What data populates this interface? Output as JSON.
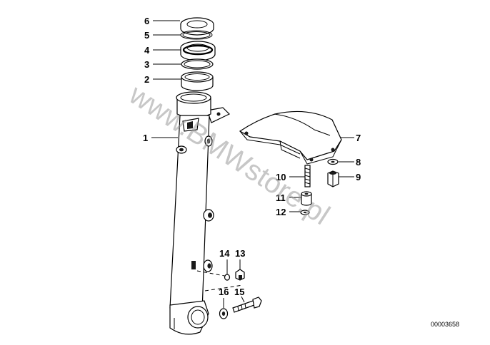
{
  "diagram": {
    "reference_number": "00003658",
    "watermark": "www.BMWstore.pl",
    "callouts": [
      {
        "id": "c1",
        "text": "1"
      },
      {
        "id": "c2",
        "text": "2"
      },
      {
        "id": "c3",
        "text": "3"
      },
      {
        "id": "c4",
        "text": "4"
      },
      {
        "id": "c5",
        "text": "5"
      },
      {
        "id": "c6",
        "text": "6"
      },
      {
        "id": "c7",
        "text": "7"
      },
      {
        "id": "c8",
        "text": "8"
      },
      {
        "id": "c9",
        "text": "9"
      },
      {
        "id": "c10",
        "text": "10"
      },
      {
        "id": "c11",
        "text": "11"
      },
      {
        "id": "c12",
        "text": "12"
      },
      {
        "id": "c13",
        "text": "13"
      },
      {
        "id": "c14",
        "text": "14"
      },
      {
        "id": "c15",
        "text": "15"
      },
      {
        "id": "c16",
        "text": "16"
      }
    ]
  }
}
